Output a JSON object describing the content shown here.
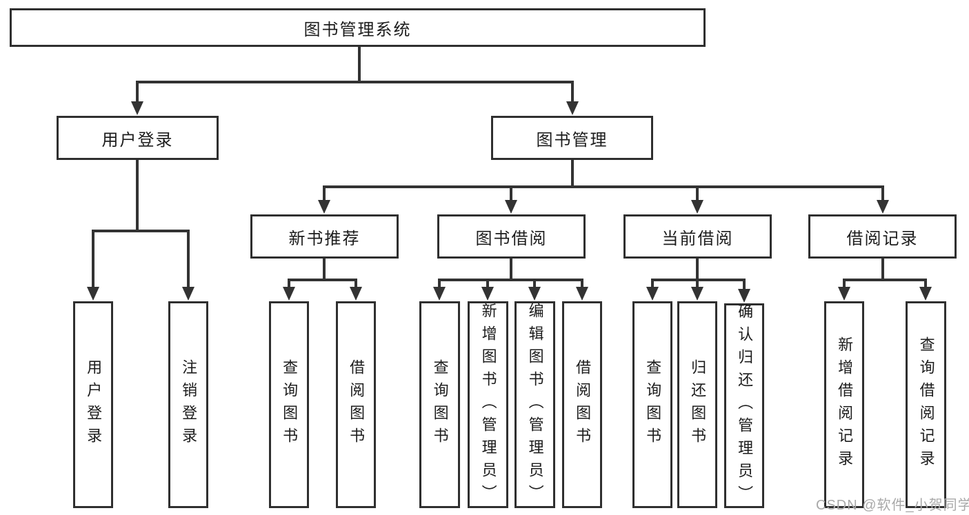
{
  "diagram_title": "图书管理系统",
  "tree": {
    "root": {
      "label": "图书管理系统"
    },
    "branches": [
      {
        "label": "用户登录",
        "children": [
          {
            "label": "用户登录"
          },
          {
            "label": "注销登录"
          }
        ]
      },
      {
        "label": "图书管理",
        "children": [
          {
            "label": "新书推荐",
            "children": [
              {
                "label": "查询图书"
              },
              {
                "label": "借阅图书"
              }
            ]
          },
          {
            "label": "图书借阅",
            "children": [
              {
                "label": "查询图书"
              },
              {
                "label": "新增图书（管理员）"
              },
              {
                "label": "编辑图书（管理员）"
              },
              {
                "label": "借阅图书"
              }
            ]
          },
          {
            "label": "当前借阅",
            "children": [
              {
                "label": "查询图书"
              },
              {
                "label": "归还图书"
              },
              {
                "label": "确认归还（管理员）"
              }
            ]
          },
          {
            "label": "借阅记录",
            "children": [
              {
                "label": "新增借阅记录"
              },
              {
                "label": "查询借阅记录"
              }
            ]
          }
        ]
      }
    ]
  },
  "watermark": {
    "text": "CSDN @软件_小贺同学"
  },
  "colors": {
    "line": "#333333",
    "border": "#2f2f2f",
    "text": "#1c1c1c",
    "watermark": "#a9a9a9",
    "background": "#ffffff"
  }
}
